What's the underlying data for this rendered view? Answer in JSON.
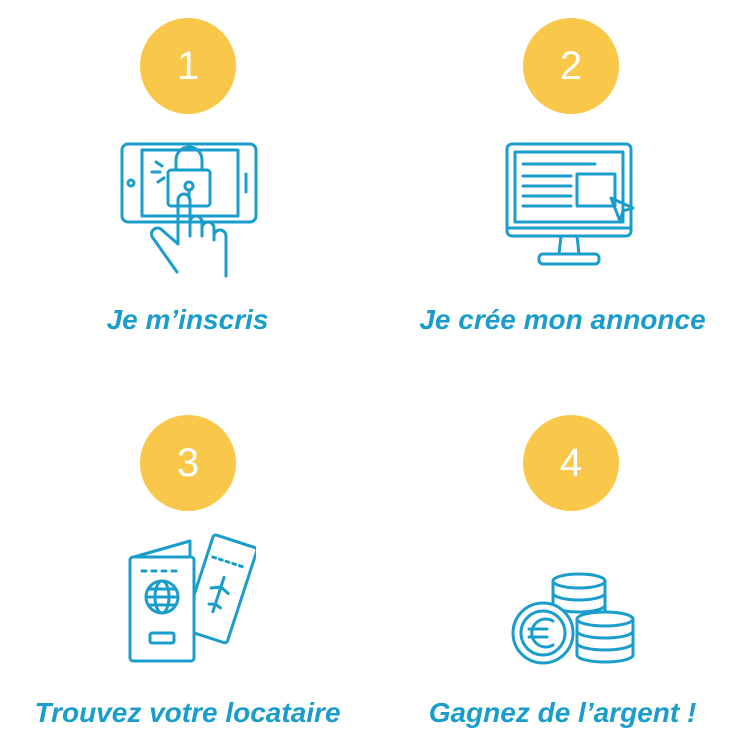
{
  "colors": {
    "badge": "#F9C84A",
    "accent": "#1A9DCB",
    "badge_text": "#ffffff"
  },
  "steps": [
    {
      "number": "1",
      "label": "Je m’inscris",
      "icon": "phone-unlock-tap-icon"
    },
    {
      "number": "2",
      "label": "Je crée mon annonce",
      "icon": "monitor-listing-icon"
    },
    {
      "number": "3",
      "label": "Trouvez votre locataire",
      "icon": "passport-ticket-icon"
    },
    {
      "number": "4",
      "label": "Gagnez de l’argent !",
      "icon": "euro-coins-icon"
    }
  ]
}
